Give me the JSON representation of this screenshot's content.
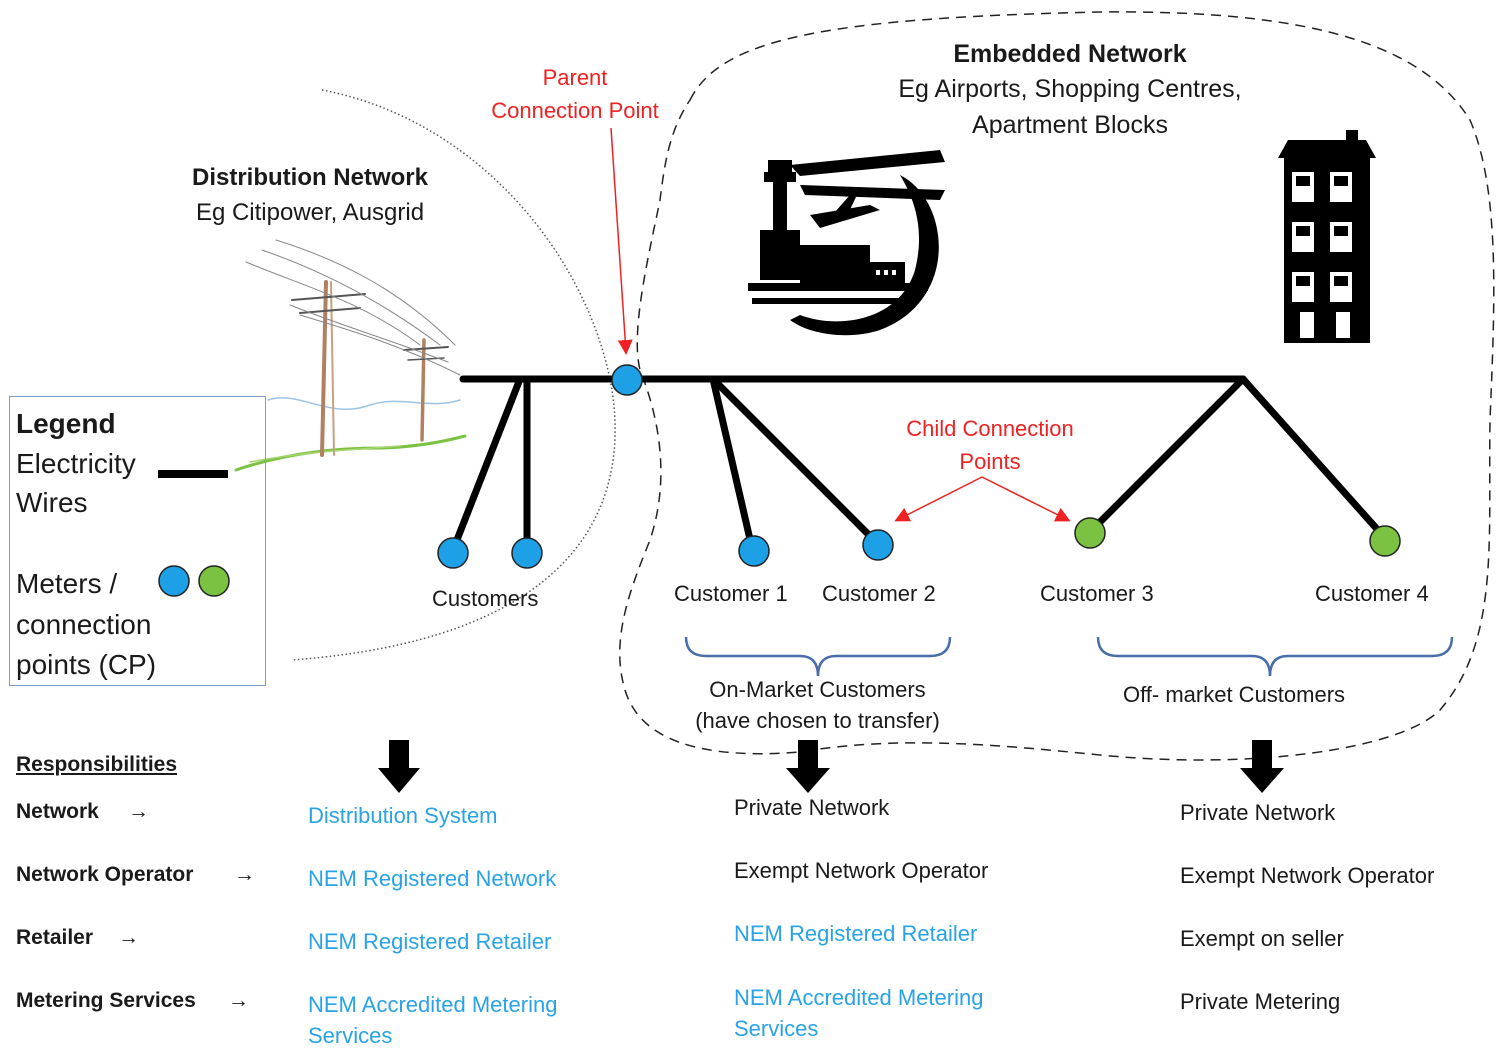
{
  "distribution": {
    "title": "Distribution Network",
    "subtitle": "Eg Citipower, Ausgrid"
  },
  "embedded": {
    "title": "Embedded Network",
    "subtitle_line1": "Eg Airports, Shopping Centres,",
    "subtitle_line2": "Apartment Blocks"
  },
  "parent_cp": {
    "line1": "Parent",
    "line2": "Connection Point"
  },
  "child_cp": {
    "line1": "Child Connection",
    "line2": "Points"
  },
  "customers": {
    "group": "Customers",
    "c1": "Customer 1",
    "c2": "Customer 2",
    "c3": "Customer 3",
    "c4": "Customer 4"
  },
  "on_market": {
    "line1": "On-Market Customers",
    "line2": "(have chosen to transfer)"
  },
  "off_market": "Off- market Customers",
  "legend": {
    "title": "Legend",
    "wires_line1": "Electricity",
    "wires_line2": "Wires",
    "meters_line1": "Meters /",
    "meters_line2": "connection",
    "meters_line3": "points (CP)"
  },
  "responsibilities": {
    "heading": "Responsibilities",
    "rows": [
      "Network",
      "Network Operator",
      "Retailer",
      "Metering Services"
    ],
    "arrow": "→"
  },
  "columns": {
    "distribution": {
      "network": "Distribution System",
      "operator": "NEM Registered Network",
      "retailer": "NEM Registered Retailer",
      "metering_line1": "NEM Accredited Metering",
      "metering_line2": "Services"
    },
    "on_market": {
      "network": "Private Network",
      "operator": "Exempt Network Operator",
      "retailer": "NEM Registered Retailer",
      "metering_line1": "NEM Accredited Metering",
      "metering_line2": "Services"
    },
    "off_market": {
      "network": "Private Network",
      "operator": "Exempt Network Operator",
      "retailer": "Exempt on seller",
      "metering": "Private Metering"
    }
  },
  "colors": {
    "wire": "#000000",
    "meter_blue": "#1ea0e6",
    "meter_green": "#7cc242",
    "annotation_red": "#ee2222",
    "regulated_blue": "#29a3e6",
    "brace_blue": "#4a6ea9"
  },
  "icons": [
    "power-pole-icon",
    "airport-icon",
    "apartment-building-icon",
    "down-arrow-icon"
  ]
}
